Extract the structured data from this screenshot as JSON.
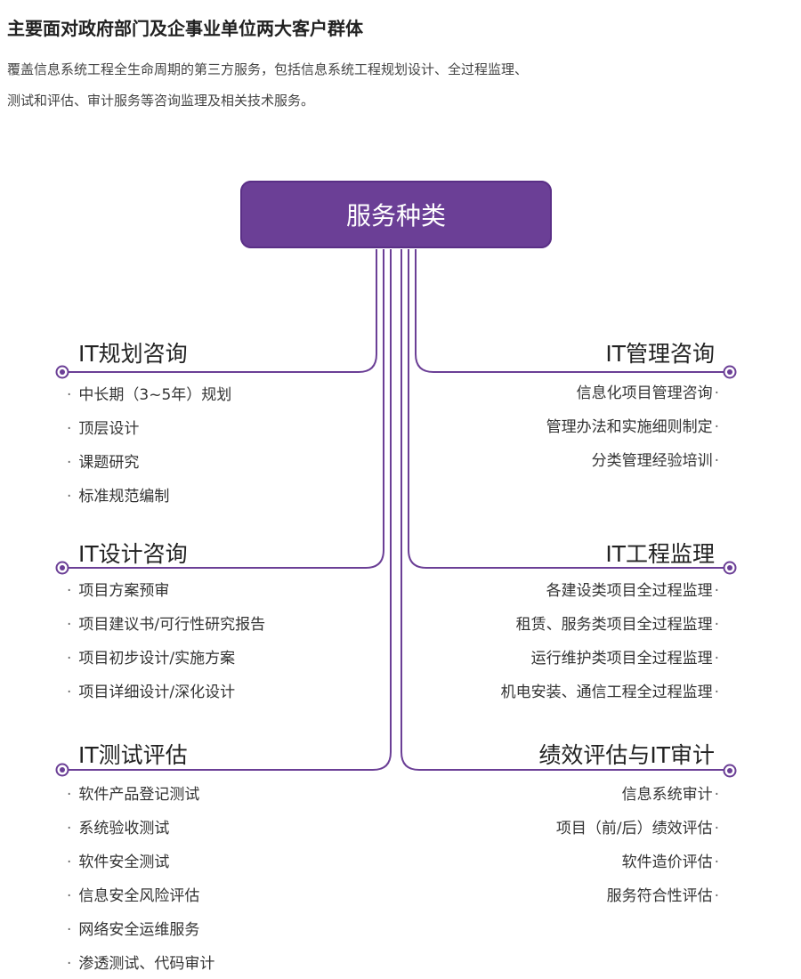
{
  "header": {
    "title": "主要面对政府部门及企事业单位两大客户群体",
    "desc_line1": "覆盖信息系统工程全生命周期的第三方服务，包括信息系统工程规划设计、全过程监理、",
    "desc_line2": "测试和评估、审计服务等咨询监理及相关技术服务。"
  },
  "diagram": {
    "center_label": "服务种类",
    "accent_color": "#6b3f96",
    "bullet": "·",
    "left_groups": [
      {
        "title": "IT规划咨询",
        "items": [
          "中长期（3~5年）规划",
          "顶层设计",
          "课题研究",
          "标准规范编制"
        ]
      },
      {
        "title": "IT设计咨询",
        "items": [
          "项目方案预审",
          "项目建议书/可行性研究报告",
          "项目初步设计/实施方案",
          "项目详细设计/深化设计"
        ]
      },
      {
        "title": "IT测试评估",
        "items": [
          "软件产品登记测试",
          "系统验收测试",
          "软件安全测试",
          "信息安全风险评估",
          "网络安全运维服务",
          "渗透测试、代码审计"
        ]
      }
    ],
    "right_groups": [
      {
        "title": "IT管理咨询",
        "items": [
          "信息化项目管理咨询",
          "管理办法和实施细则制定",
          "分类管理经验培训"
        ]
      },
      {
        "title": "IT工程监理",
        "items": [
          "各建设类项目全过程监理",
          "租赁、服务类项目全过程监理",
          "运行维护类项目全过程监理",
          "机电安装、通信工程全过程监理"
        ]
      },
      {
        "title": "绩效评估与IT审计",
        "items": [
          "信息系统审计",
          "项目（前/后）绩效评估",
          "软件造价评估",
          "服务符合性评估"
        ]
      }
    ]
  }
}
